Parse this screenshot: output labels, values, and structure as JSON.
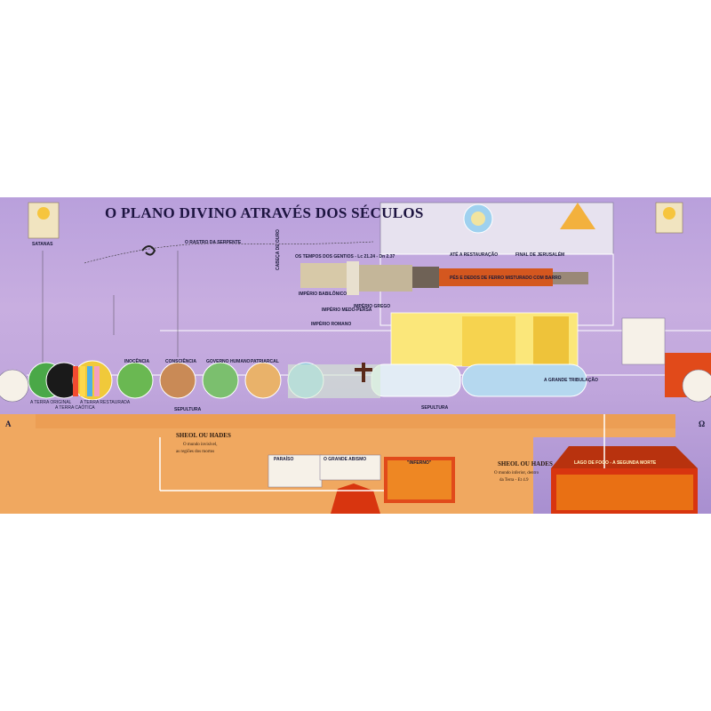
{
  "poster": {
    "title": "O PLANO DIVINO ATRAVÉS DOS SÉCULOS",
    "alpha": "A",
    "omega": "Ω",
    "serpent_label": "O RASTRO DA SERPENTE",
    "satanas_label": "SATANAS",
    "ages": {
      "inocencia": "INOCÊNCIA",
      "consciencia": "CONSCIÊNCIA",
      "governo": "GOVERNO HUMANO",
      "patriarcal": "PATRIARCAL",
      "nova_terra": "A TERRA ORIGINAL",
      "nova_terra2": "A TERRA CAÓTICA",
      "nova_terra3": "A TERRA RESTAURADA"
    },
    "gentios_label": "OS TEMPOS DOS GENTIOS - Lc 21.24 - Dn 2.37",
    "restauracao_label": "ATÉ A RESTAURAÇÃO",
    "jerusalem_label": "FINAL DE JERUSALÉM",
    "pes_label": "PÉS E DEDOS DE FERRO MISTURADO COM BARRO",
    "estatua": {
      "cabeca": "CABEÇA DE OURO",
      "babilonico": "IMPÉRIO BABILÔNICO",
      "medo_persa": "IMPÉRIO MEDO-PERSA",
      "grego": "IMPÉRIO GREGO",
      "romano": "IMPÉRIO ROMANO"
    },
    "sepultura_left": "SEPULTURA",
    "sepultura_mid": "SEPULTURA",
    "sheol_left": "SHEOL OU HADES",
    "sheol_left_sub1": "O mundo invisível,",
    "sheol_left_sub2": "as regiões dos mortos",
    "sheol_right": "SHEOL OU HADES",
    "sheol_right_sub1": "O mundo inferior, dentro",
    "sheol_right_sub2": "da Terra - Et 4.9",
    "paraiso": "PARAÍSO",
    "inferno": "\"INFERNO\"",
    "grande_abismo": "O GRANDE ABISMO",
    "lago": "LAGO DE FOGO - A SEGUNDA MORTE",
    "grande_tribulacao": "A GRANDE TRIBULAÇÃO"
  }
}
